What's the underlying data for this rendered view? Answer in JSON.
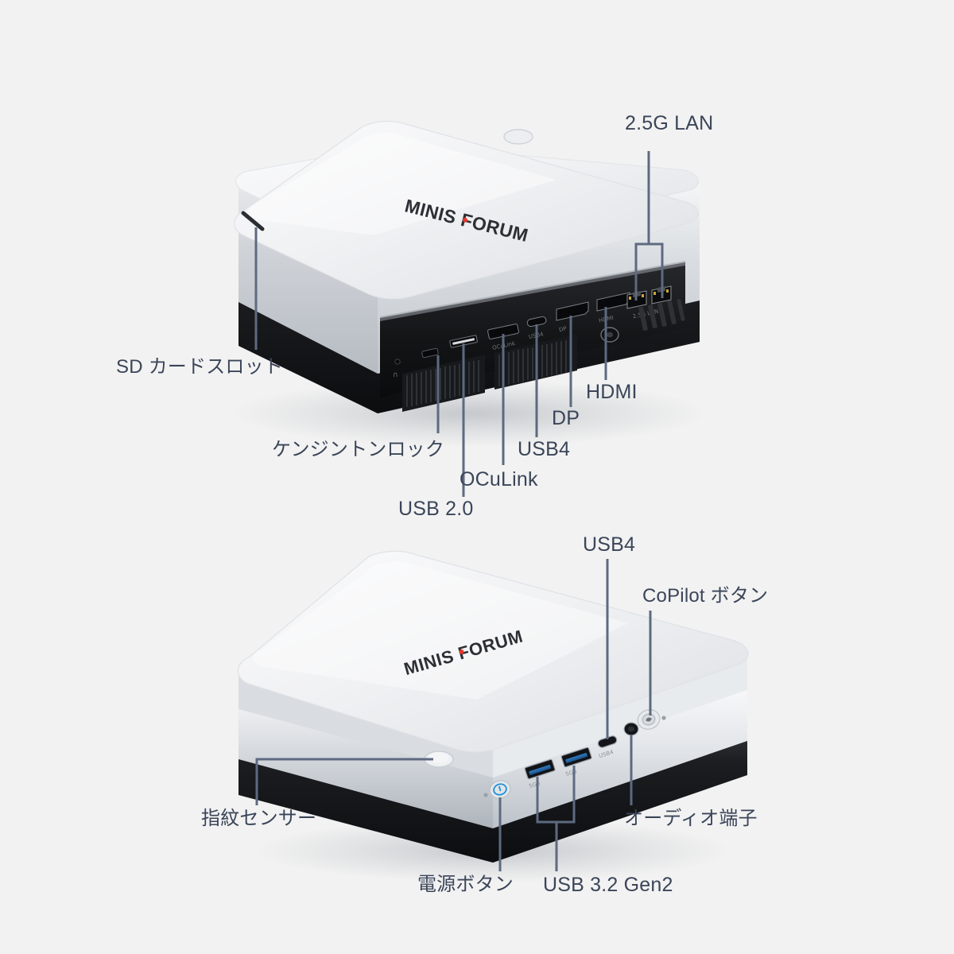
{
  "page": {
    "background_color": "#f2f2f2",
    "label_color": "#3b4559",
    "leader_color": "#5d6a80",
    "brand": "MINISFORUM",
    "brand_accent_color": "#e8382b"
  },
  "devices": [
    {
      "id": "rear-view",
      "name": "mini-pc-rear-view",
      "brand_text": "MINISFORUM",
      "ports": [
        "kensington-lock",
        "usb-2-0",
        "oculink",
        "usb4",
        "displayport",
        "hdmi",
        "power-input",
        "lan-1",
        "lan-2",
        "vents",
        "audio-jack"
      ]
    },
    {
      "id": "front-view",
      "name": "mini-pc-front-view",
      "brand_text": "MINISFORUM",
      "ports": [
        "power-button",
        "usb-a-1",
        "usb-a-2",
        "usb4-c",
        "audio-jack",
        "copilot-button",
        "fingerprint-sensor"
      ]
    }
  ],
  "callouts_top": [
    {
      "id": "lan",
      "label": "2.5G LAN",
      "script": "latin"
    },
    {
      "id": "sd",
      "label": "SD カードスロット",
      "script": "jp"
    },
    {
      "id": "hdmi",
      "label": "HDMI",
      "script": "latin"
    },
    {
      "id": "dp",
      "label": "DP",
      "script": "latin"
    },
    {
      "id": "usb4",
      "label": "USB4",
      "script": "latin"
    },
    {
      "id": "kensington",
      "label": "ケンジントンロック",
      "script": "jp"
    },
    {
      "id": "oculink",
      "label": "OCuLink",
      "script": "latin"
    },
    {
      "id": "usb20",
      "label": "USB 2.0",
      "script": "latin"
    }
  ],
  "callouts_bottom": [
    {
      "id": "usb4b",
      "label": "USB4",
      "script": "latin"
    },
    {
      "id": "copilot",
      "label": "CoPilot ボタン",
      "script": "jp"
    },
    {
      "id": "fingerprint",
      "label": "指紋センサー",
      "script": "jp"
    },
    {
      "id": "audio",
      "label": "オーディオ端子",
      "script": "jp"
    },
    {
      "id": "power",
      "label": "電源ボタン",
      "script": "jp"
    },
    {
      "id": "usb32",
      "label": "USB 3.2 Gen2",
      "script": "latin"
    }
  ]
}
